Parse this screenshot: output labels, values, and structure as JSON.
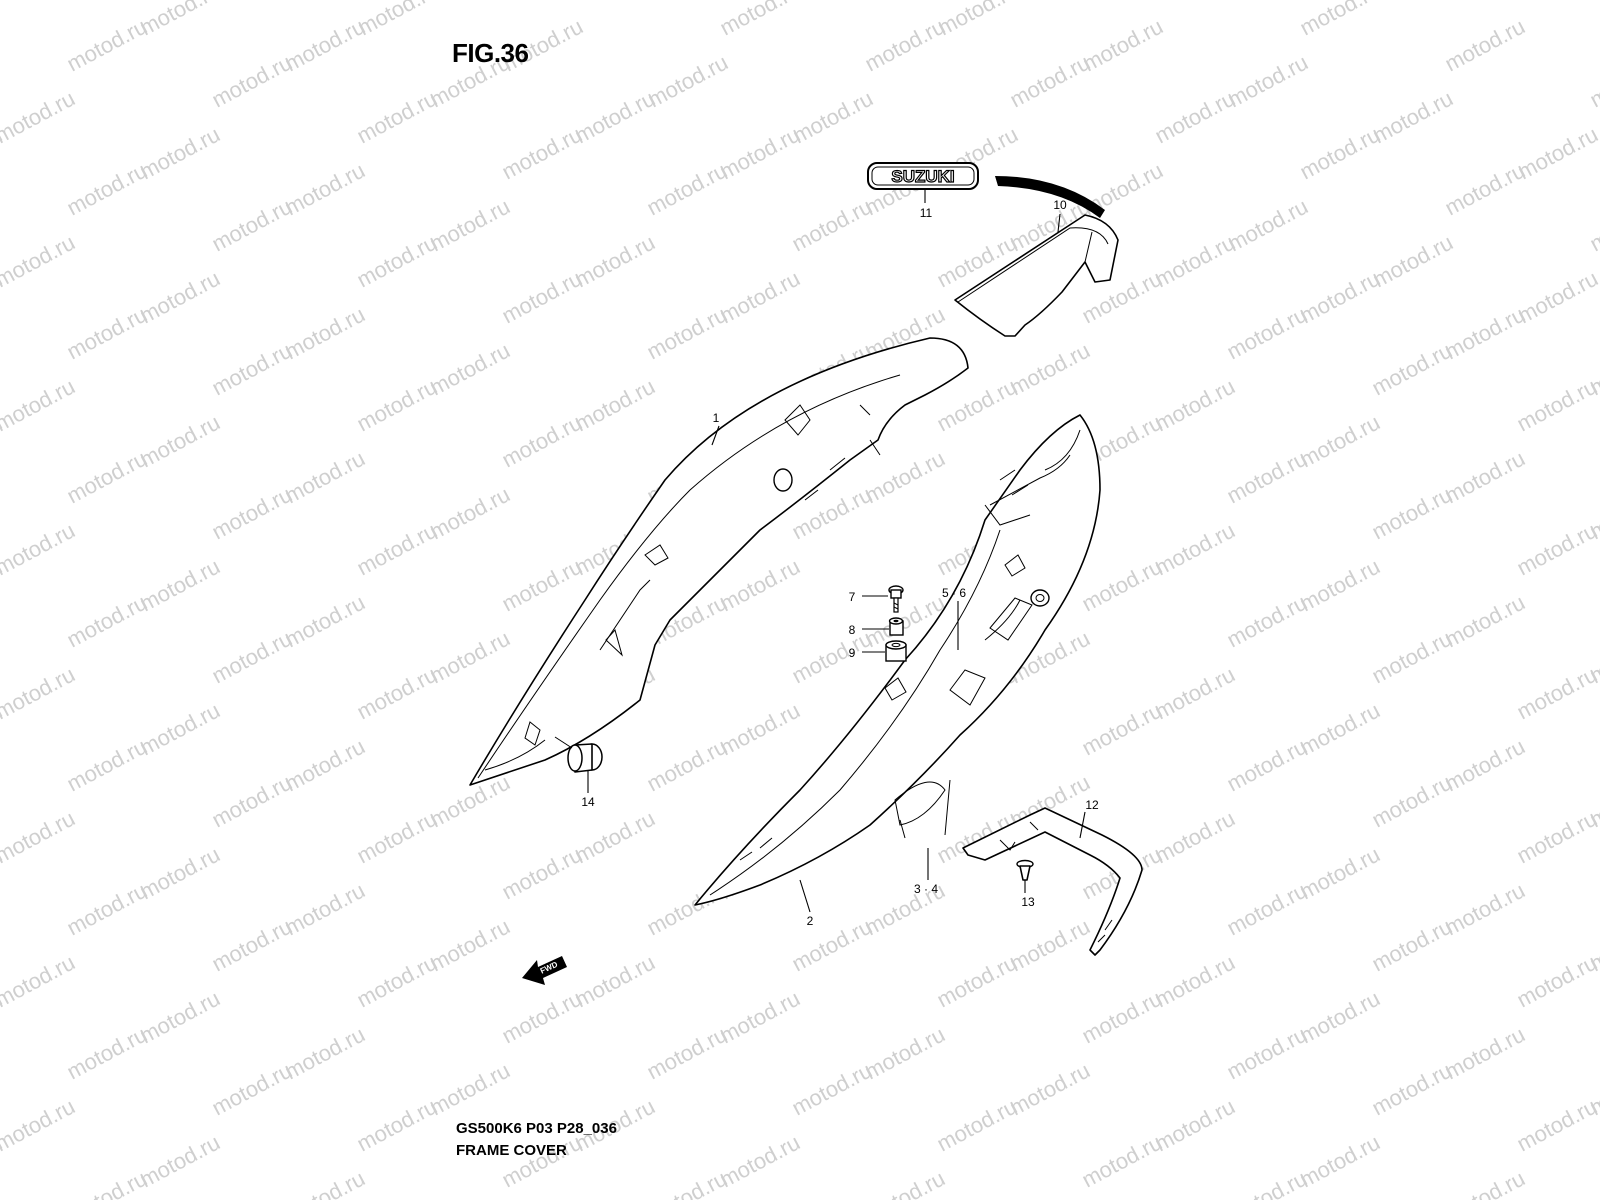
{
  "figure": {
    "title": "FIG.36",
    "code": "GS500K6 P03 P28_036",
    "name": "FRAME COVER"
  },
  "watermark": "motod.ru",
  "emblem_text": "SUZUKI",
  "fwd_label": "FWD",
  "callouts": [
    "1",
    "2",
    "3 · 4",
    "5 · 6",
    "7",
    "8",
    "9",
    "10",
    "11",
    "12",
    "13",
    "14"
  ]
}
